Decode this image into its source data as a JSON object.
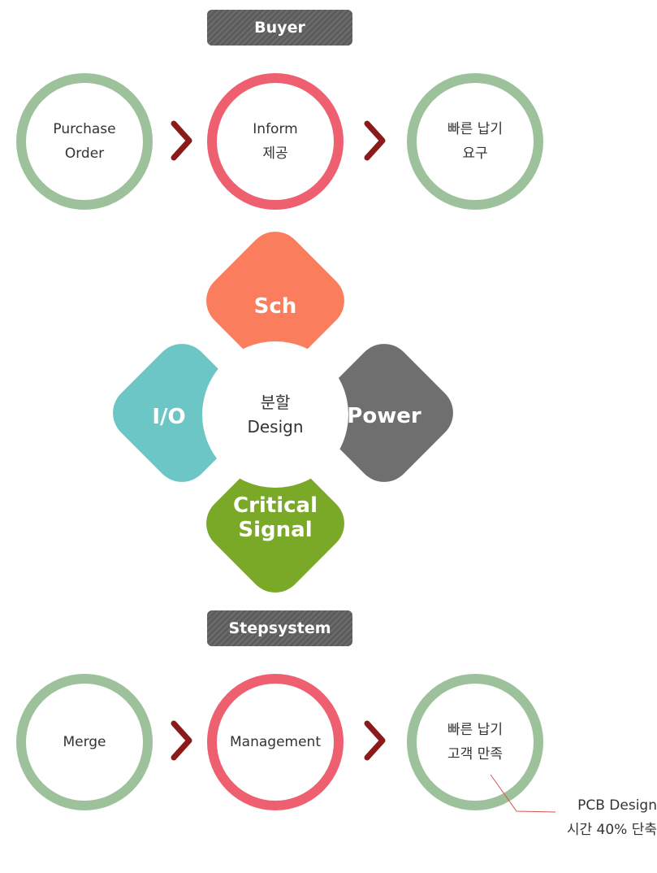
{
  "top": {
    "banner": "Buyer",
    "steps": [
      {
        "line1": "Purchase",
        "line2": "Order"
      },
      {
        "line1": "Inform",
        "line2": "제공"
      },
      {
        "line1": "빠른 납기",
        "line2": "요구"
      }
    ]
  },
  "center": {
    "line1": "분할",
    "line2": "Design",
    "petals": {
      "top": {
        "label": "Sch",
        "color": "#fa7d5e"
      },
      "left": {
        "label": "I/O",
        "color": "#6cc6c6"
      },
      "right": {
        "label": "Power",
        "color": "#6f6f6f"
      },
      "bottom": {
        "line1": "Critical",
        "line2": "Signal",
        "color": "#7aa827"
      }
    }
  },
  "bottom": {
    "banner": "Stepsystem",
    "steps": [
      {
        "line1": "Merge"
      },
      {
        "line1": "Management"
      },
      {
        "line1": "빠른 납기",
        "line2": "고객 만족"
      }
    ],
    "note": {
      "line1": "PCB Design",
      "line2": "시간 40% 단축"
    }
  },
  "colors": {
    "green_ring": "#9dc29b",
    "pink_ring": "#ee5f70",
    "chevron": "#8b1a1a",
    "banner": "#5c5c5c"
  }
}
